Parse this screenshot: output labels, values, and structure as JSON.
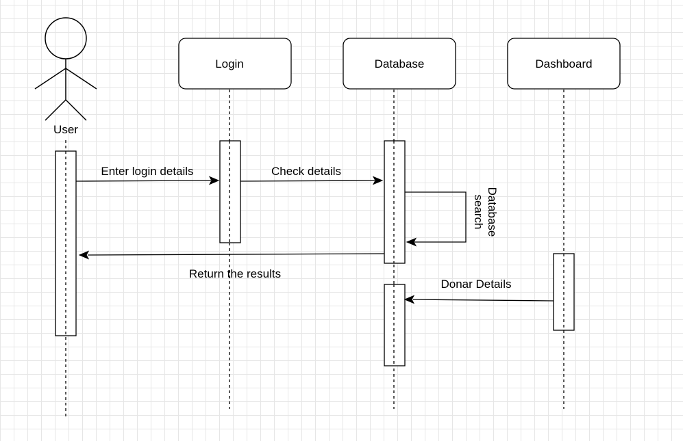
{
  "diagram": {
    "actor": {
      "label": "User"
    },
    "participants": [
      {
        "id": "login",
        "label": "Login"
      },
      {
        "id": "database",
        "label": "Database"
      },
      {
        "id": "dashboard",
        "label": "Dashboard"
      }
    ],
    "messages": [
      {
        "id": "m1",
        "from": "User",
        "to": "Login",
        "label": "Enter login details"
      },
      {
        "id": "m2",
        "from": "Login",
        "to": "Database",
        "label": "Check details"
      },
      {
        "id": "m3",
        "from": "Database",
        "to": "Database",
        "label_line1": "Database",
        "label_line2": "search"
      },
      {
        "id": "m4",
        "from": "Database",
        "to": "User",
        "label": "Return the results"
      },
      {
        "id": "m5",
        "from": "Dashboard",
        "to": "Database",
        "label": "Donar Details"
      }
    ]
  },
  "colors": {
    "grid": "#e6e6e6",
    "stroke": "#000000",
    "background": "#ffffff"
  }
}
